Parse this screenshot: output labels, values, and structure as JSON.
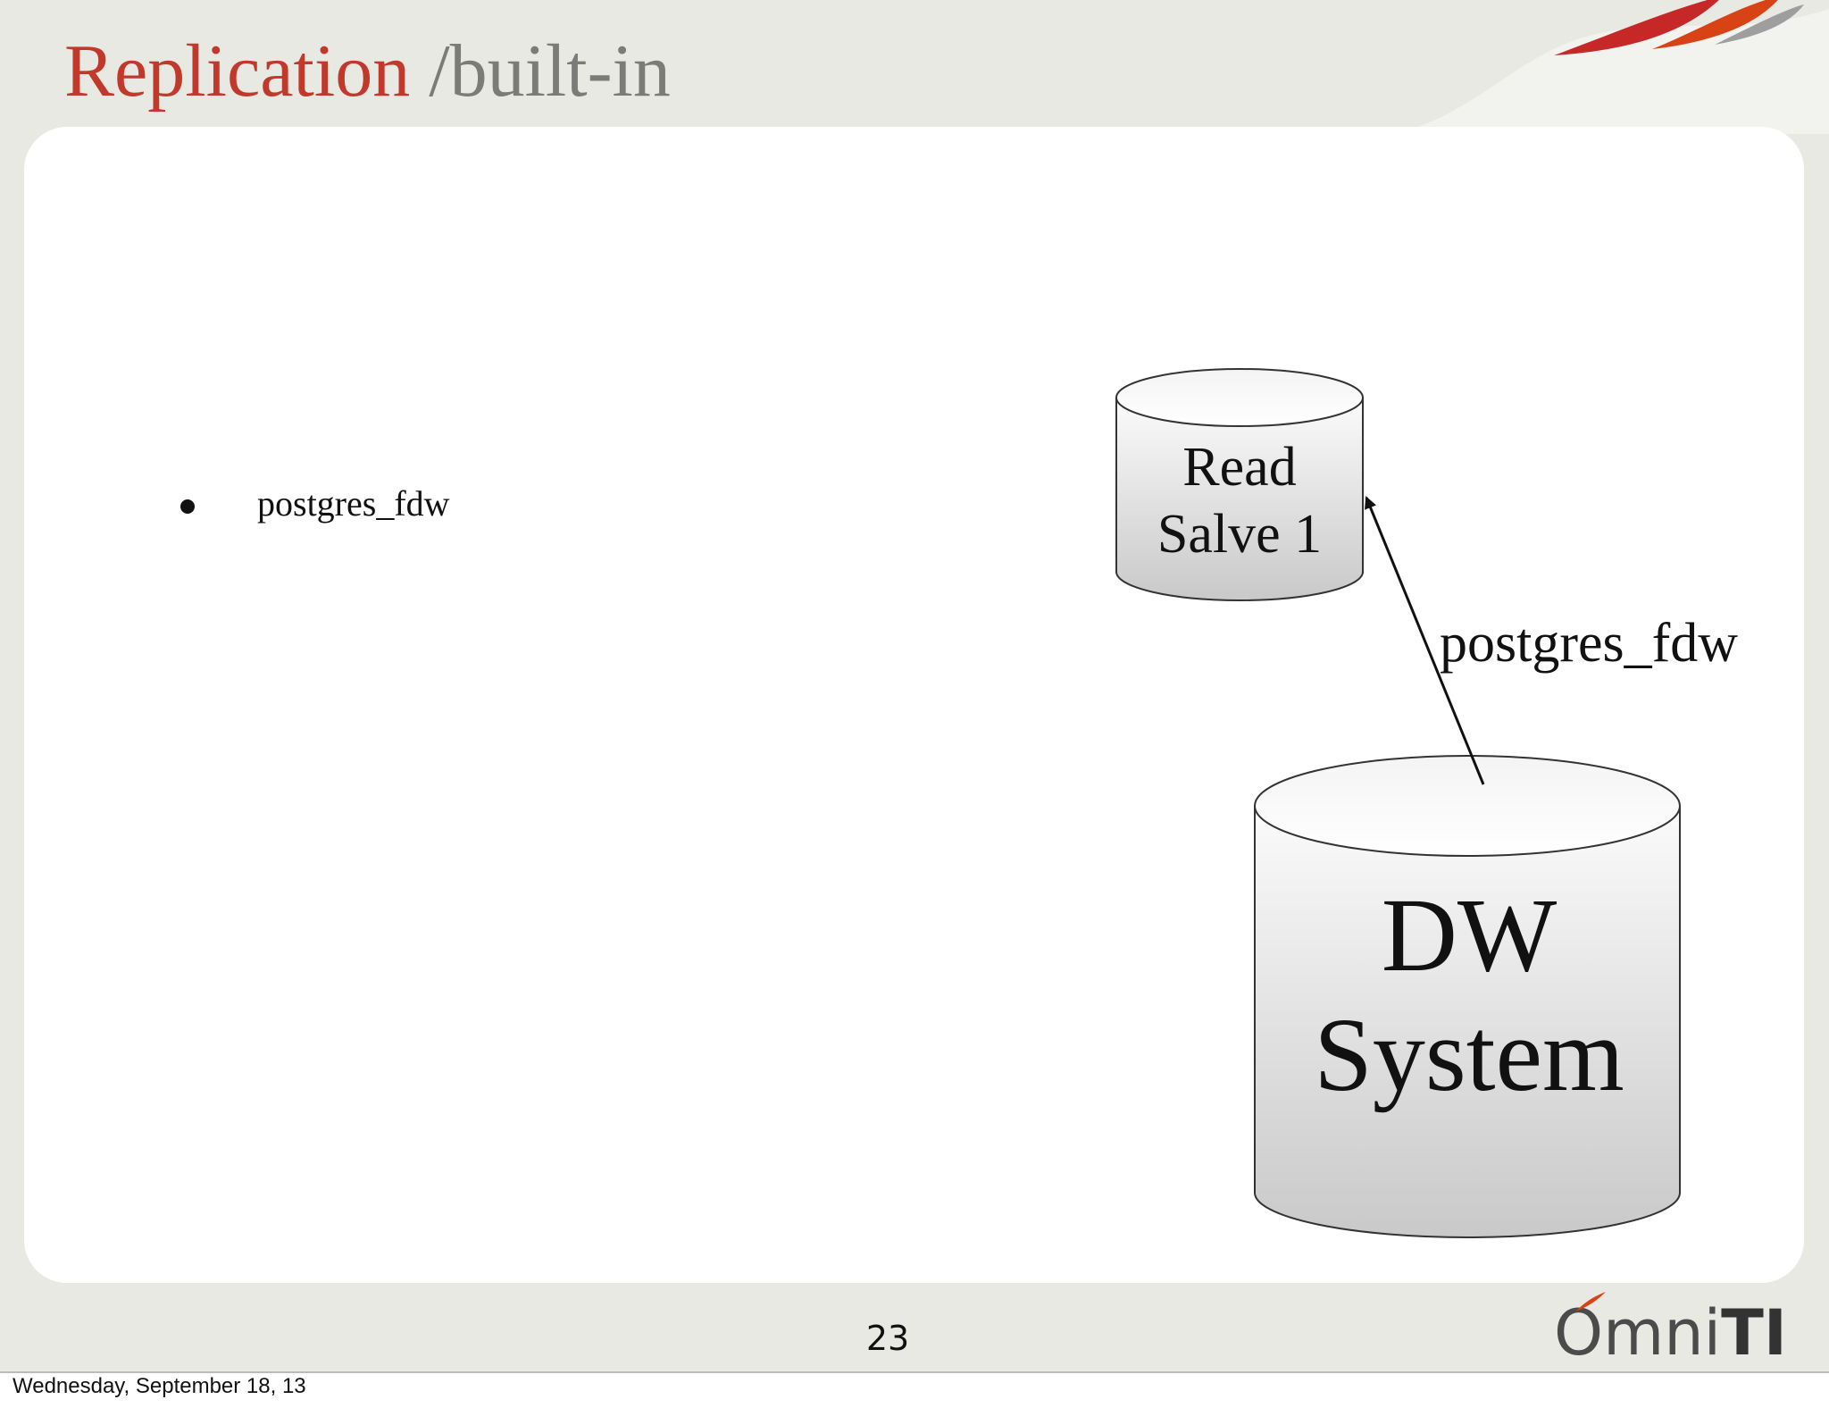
{
  "slide": {
    "title_primary": "Replication",
    "title_secondary": "/built-in",
    "bullets": [
      {
        "text": "postgres_fdw"
      }
    ],
    "page_number": "23",
    "logo": {
      "text_omni": "Omni",
      "text_ti": "TI"
    }
  },
  "diagram": {
    "nodes": {
      "read_slave": {
        "line1": "Read",
        "line2": "Salve 1"
      },
      "dw_system": {
        "line1": "DW",
        "line2": "System"
      }
    },
    "edge": {
      "label": "postgres_fdw",
      "from": "dw_system",
      "to": "read_slave"
    }
  },
  "footer": {
    "date": "Wednesday, September 18, 13"
  },
  "colors": {
    "title_accent": "#c0392b",
    "title_gray": "#7b7b78",
    "background": "#e9e9e4",
    "panel": "#ffffff"
  }
}
